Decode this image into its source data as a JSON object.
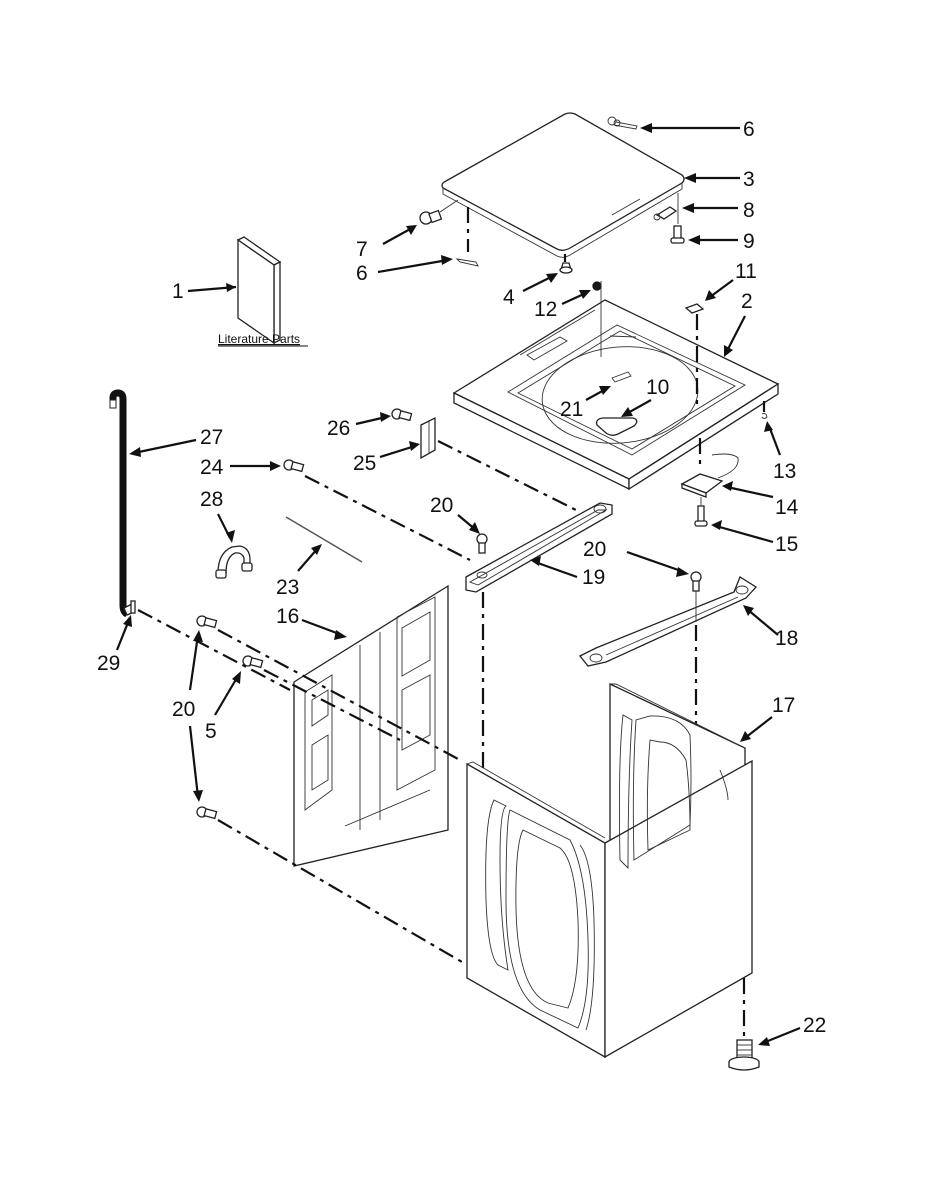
{
  "diagram": {
    "title": "Washer Top and Cabinet Parts (exploded view)",
    "literature_label": "Literature Parts",
    "callouts": {
      "c1": "1",
      "c2": "2",
      "c3": "3",
      "c4": "4",
      "c5": "5",
      "c6a": "6",
      "c6b": "6",
      "c7": "7",
      "c8": "8",
      "c9": "9",
      "c10": "10",
      "c11": "11",
      "c12": "12",
      "c13": "13",
      "c14": "14",
      "c15": "15",
      "c16": "16",
      "c17": "17",
      "c18": "18",
      "c19": "19",
      "c20a": "20",
      "c20b": "20",
      "c20c": "20",
      "c21": "21",
      "c22": "22",
      "c23": "23",
      "c24": "24",
      "c25": "25",
      "c26": "26",
      "c27": "27",
      "c28": "28",
      "c29": "29"
    },
    "parts": [
      {
        "id": "1",
        "name": "literature-parts"
      },
      {
        "id": "2",
        "name": "top-panel"
      },
      {
        "id": "3",
        "name": "lid"
      },
      {
        "id": "4",
        "name": "lid-bumper"
      },
      {
        "id": "5",
        "name": "screw"
      },
      {
        "id": "6",
        "name": "hinge-pin"
      },
      {
        "id": "7",
        "name": "screw"
      },
      {
        "id": "8",
        "name": "lid-switch-actuator"
      },
      {
        "id": "9",
        "name": "screw"
      },
      {
        "id": "10",
        "name": "handle"
      },
      {
        "id": "11",
        "name": "strike"
      },
      {
        "id": "12",
        "name": "nut"
      },
      {
        "id": "13",
        "name": "clip"
      },
      {
        "id": "14",
        "name": "lid-switch"
      },
      {
        "id": "15",
        "name": "screw"
      },
      {
        "id": "16",
        "name": "rear-panel"
      },
      {
        "id": "17",
        "name": "cabinet"
      },
      {
        "id": "18",
        "name": "brace"
      },
      {
        "id": "19",
        "name": "brace"
      },
      {
        "id": "20",
        "name": "screw"
      },
      {
        "id": "21",
        "name": "tape"
      },
      {
        "id": "22",
        "name": "leveling-leg"
      },
      {
        "id": "23",
        "name": "tie-strap"
      },
      {
        "id": "24",
        "name": "screw"
      },
      {
        "id": "25",
        "name": "bracket"
      },
      {
        "id": "26",
        "name": "screw"
      },
      {
        "id": "27",
        "name": "drain-hose"
      },
      {
        "id": "28",
        "name": "hose-guide"
      },
      {
        "id": "29",
        "name": "hose-clamp"
      }
    ]
  }
}
